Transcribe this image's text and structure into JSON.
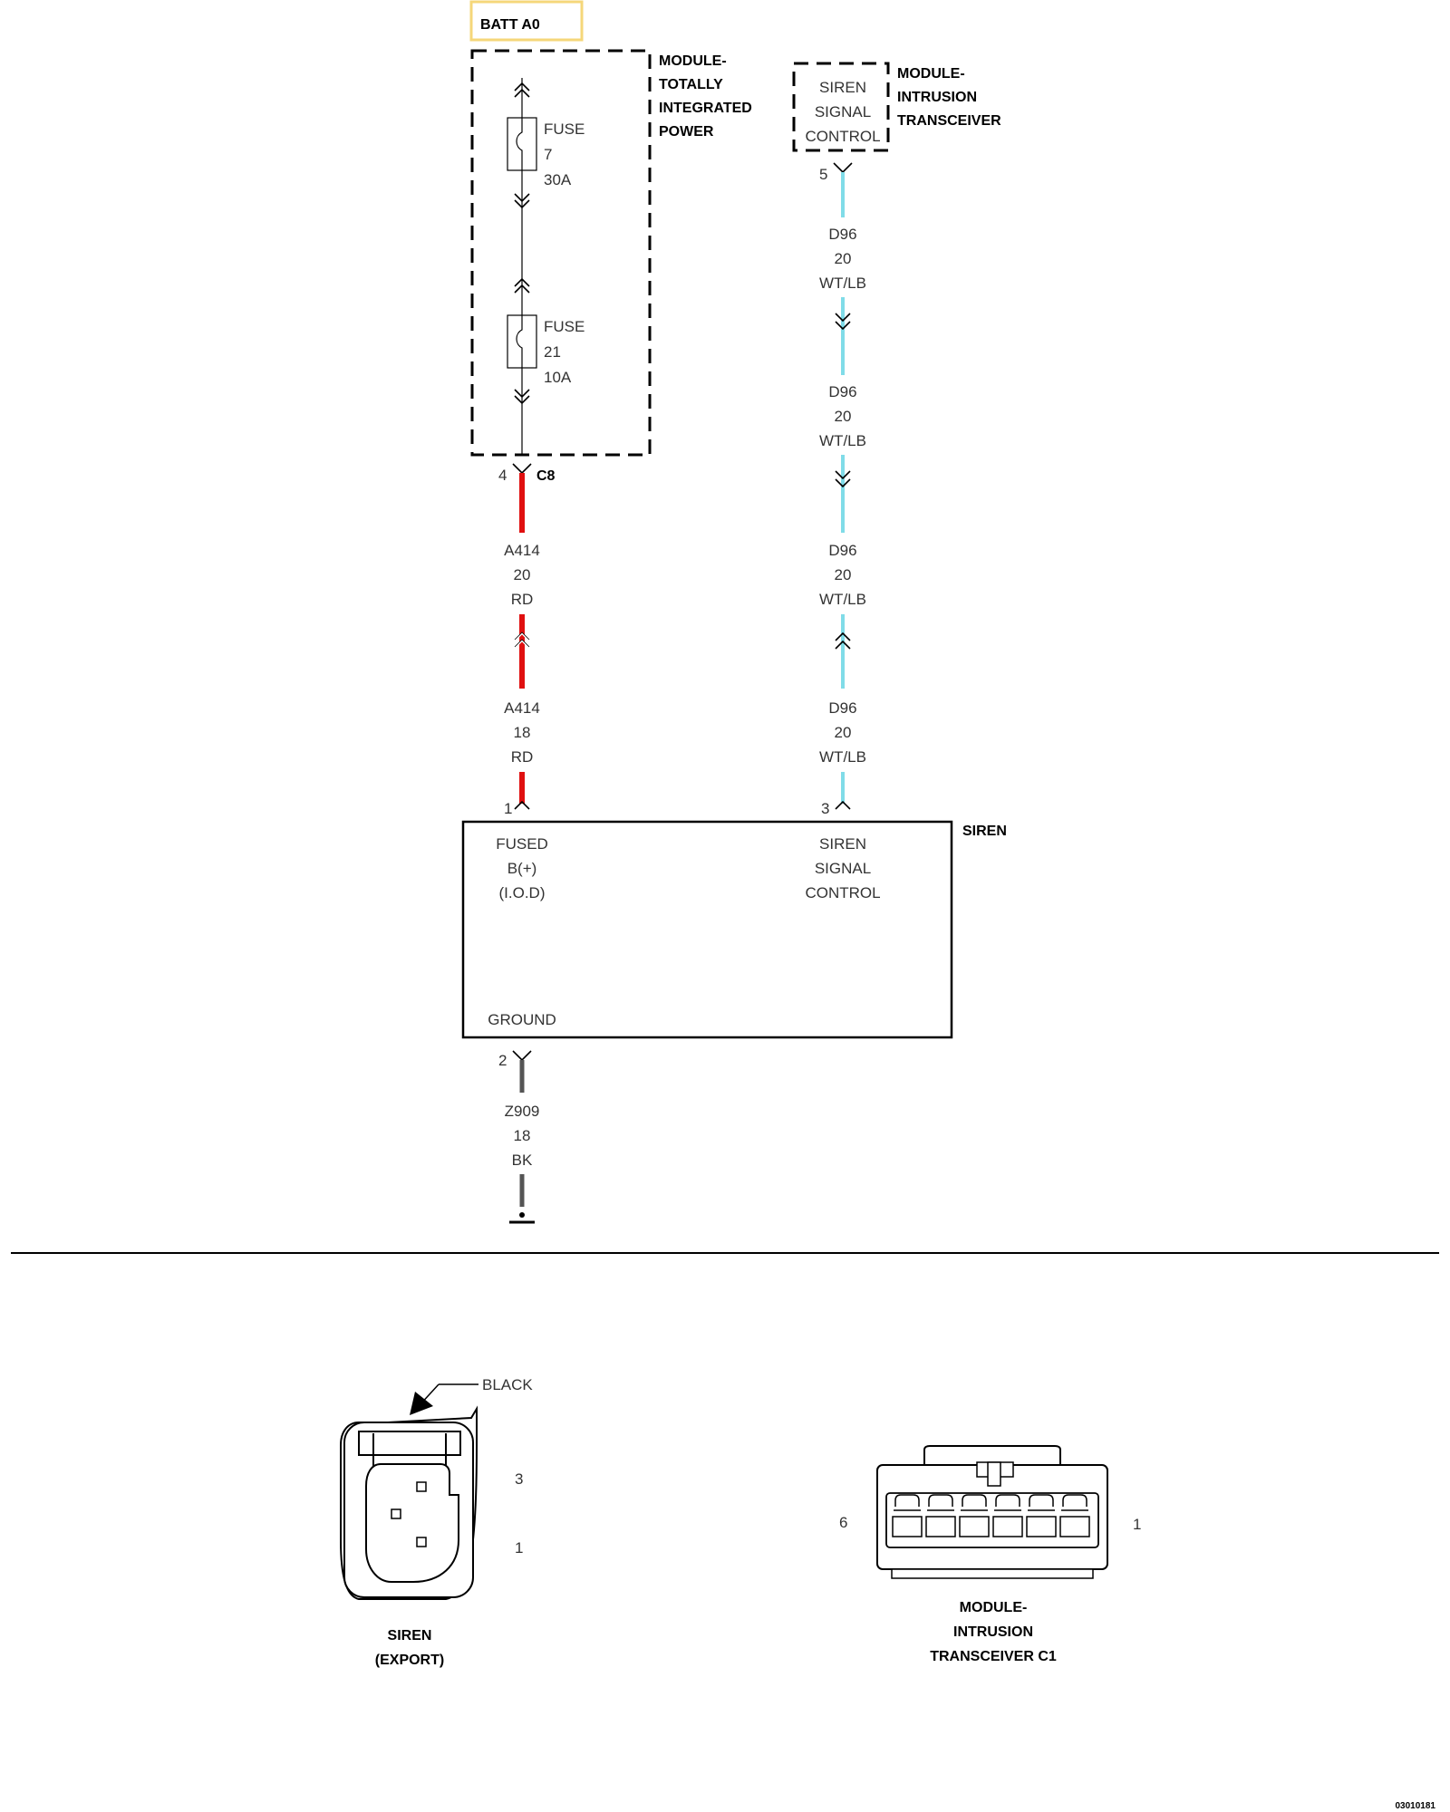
{
  "colors": {
    "red_wire": "#e01010",
    "cyan_wire": "#80dce8",
    "gray_wire": "#555555",
    "batt_box_border": "#f5d77a"
  },
  "batt": {
    "label": "BATT A0"
  },
  "tipm": {
    "title": [
      "MODULE-",
      "TOTALLY",
      "INTEGRATED",
      "POWER"
    ],
    "fuse1": [
      "FUSE",
      "7",
      "30A"
    ],
    "fuse2": [
      "FUSE",
      "21",
      "10A"
    ],
    "pin": "4",
    "connector": "C8"
  },
  "itm": {
    "title": [
      "MODULE-",
      "INTRUSION",
      "TRANSCEIVER"
    ],
    "inner": [
      "SIREN",
      "SIGNAL",
      "CONTROL"
    ],
    "pin": "5"
  },
  "wires": {
    "a414_upper": [
      "A414",
      "20",
      "RD"
    ],
    "a414_lower": [
      "A414",
      "18",
      "RD"
    ],
    "d96_1": [
      "D96",
      "20",
      "WT/LB"
    ],
    "d96_2": [
      "D96",
      "20",
      "WT/LB"
    ],
    "d96_3": [
      "D96",
      "20",
      "WT/LB"
    ],
    "d96_4": [
      "D96",
      "20",
      "WT/LB"
    ],
    "z909": [
      "Z909",
      "18",
      "BK"
    ]
  },
  "siren": {
    "title": "SIREN",
    "pin_power": "1",
    "pin_signal": "3",
    "pin_ground": "2",
    "fused": [
      "FUSED",
      "B(+)",
      "(I.O.D)"
    ],
    "signal": [
      "SIREN",
      "SIGNAL",
      "CONTROL"
    ],
    "ground": "GROUND"
  },
  "connector_views": {
    "siren": {
      "color_label": "BLACK",
      "pin_top": "3",
      "pin_bottom": "1",
      "caption": [
        "SIREN",
        "(EXPORT)"
      ]
    },
    "itm": {
      "pin_left": "6",
      "pin_right": "1",
      "caption": [
        "MODULE-",
        "INTRUSION",
        "TRANSCEIVER C1"
      ]
    }
  },
  "figure_id": "03010181"
}
